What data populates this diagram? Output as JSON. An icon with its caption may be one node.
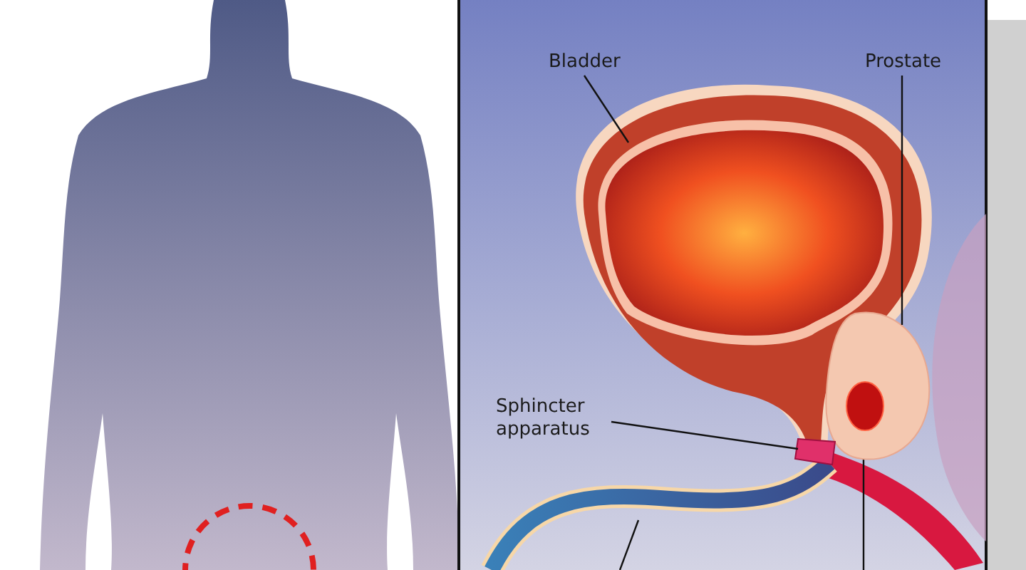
{
  "diagram": {
    "nodes": [
      {
        "text": [
          "Bladder"
        ]
      },
      {
        "text": [],
        "shape": "picture"
      },
      {
        "text": [
          "Prostate"
        ]
      },
      {
        "text": [],
        "shape": "picture"
      },
      {
        "text": [
          "Sphincter apparatus"
        ]
      },
      {
        "text": [],
        "shape": "box"
      }
    ],
    "edges": [
      {
        "from": 0,
        "to": 1,
        "arrow": "none"
      },
      {
        "from": 2,
        "to": 3,
        "arrow": "none"
      },
      {
        "from": 4,
        "to": 5,
        "arrow": "none"
      }
    ]
  }
}
